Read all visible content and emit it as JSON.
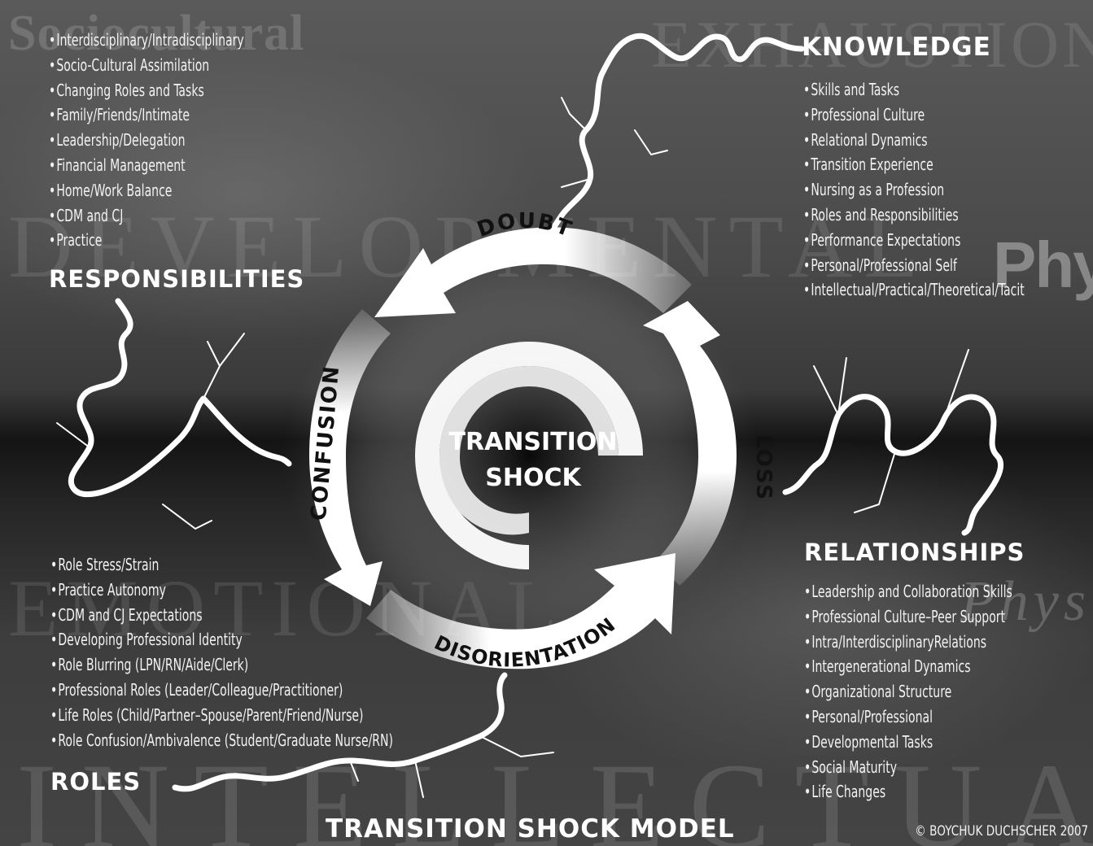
{
  "watermarks": {
    "sociocultural": "Sociocultural",
    "exhaustion": "EXHAUSTION",
    "developmental": "DEVELOPMENTAL",
    "physical": "Physical",
    "emotional": "EMOTIONAL",
    "physical_italic": "Physical",
    "intellectual": "INTELLECTUAL"
  },
  "responsibilities": {
    "title": "RESPONSIBILITIES",
    "items": [
      "Interdisciplinary/Intradisciplinary",
      "Socio-Cultural Assimilation",
      "Changing Roles and Tasks",
      "Family/Friends/Intimate",
      "Leadership/Delegation",
      "Financial Management",
      "Home/Work Balance",
      "CDM and CJ",
      "Practice"
    ]
  },
  "knowledge": {
    "title": "KNOWLEDGE",
    "items": [
      "Skills and Tasks",
      "Professional Culture",
      "Relational Dynamics",
      "Transition Experience",
      "Nursing as a Profession",
      "Roles and Responsibilities",
      "Performance Expectations",
      "Personal/Professional Self",
      "Intellectual/Practical/Theoretical/Tacit"
    ]
  },
  "roles": {
    "title": "ROLES",
    "items": [
      "Role Stress/Strain",
      "Practice Autonomy",
      "CDM and CJ Expectations",
      "Developing Professional Identity",
      "Role Blurring (LPN/RN/Aide/Clerk)",
      "Professional Roles (Leader/Colleague/Practitioner)",
      "Life Roles (Child/Partner–Spouse/Parent/Friend/Nurse)",
      "Role Confusion/Ambivalence (Student/Graduate Nurse/RN)"
    ]
  },
  "relationships": {
    "title": "RELATIONSHIPS",
    "items": [
      "Leadership and Collaboration Skills",
      "Professional Culture–Peer Support",
      "Intra/InterdisciplinaryRelations",
      "Intergenerational Dynamics",
      "Organizational Structure",
      "Personal/Professional",
      "Developmental Tasks",
      "Social Maturity",
      "Life Changes"
    ]
  },
  "cycle": {
    "center_line1": "TRANSITION",
    "center_line2": "SHOCK",
    "arrow_top": "DOUBT",
    "arrow_left": "CONFUSION",
    "arrow_right": "LOSS",
    "arrow_bottom": "DISORIENTATION"
  },
  "footer": {
    "model_title": "TRANSITION SHOCK MODEL",
    "copyright": "© BOYCHUK DUCHSCHER 2007"
  },
  "colors": {
    "arrow_fill": "#ffffff",
    "text": "#ffffff",
    "background_dark": "#141414",
    "background_mid": "#4a4a4a"
  }
}
